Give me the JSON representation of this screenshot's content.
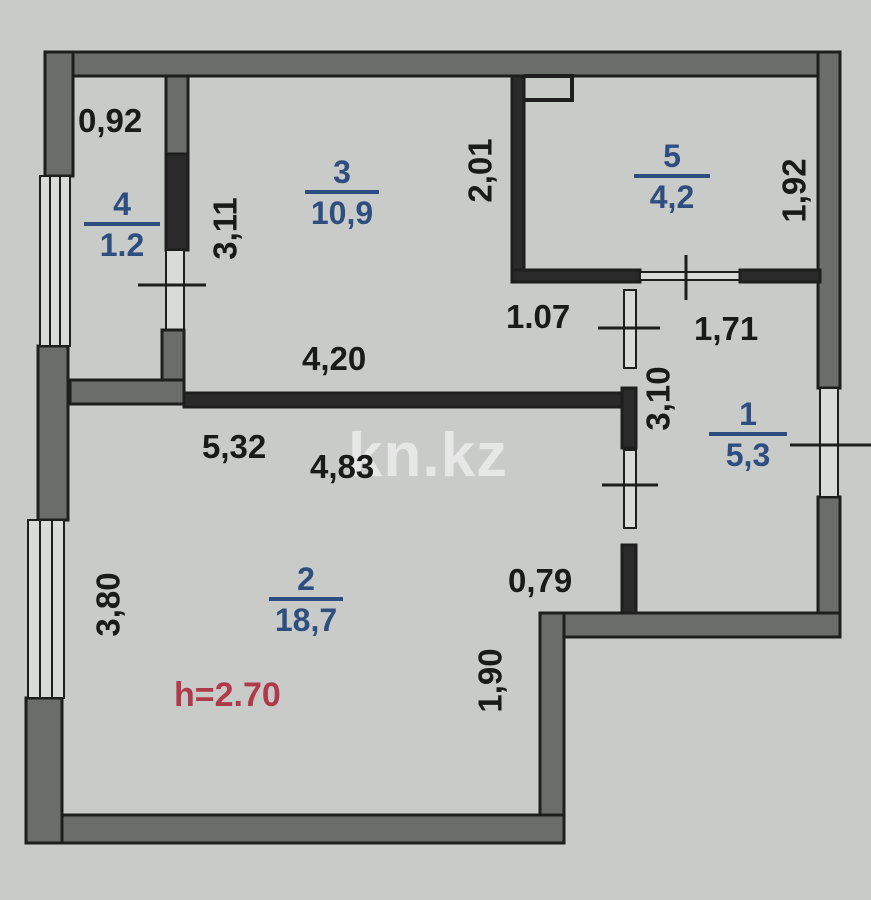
{
  "plan": {
    "watermark": "kn.kz",
    "ceiling_height": "h=2.70",
    "rooms": [
      {
        "number": "1",
        "area": "5,3"
      },
      {
        "number": "2",
        "area": "18,7"
      },
      {
        "number": "3",
        "area": "10,9"
      },
      {
        "number": "4",
        "area": "1.2"
      },
      {
        "number": "5",
        "area": "4,2"
      }
    ],
    "dimensions": {
      "d_092": "0,92",
      "d_311": "3,11",
      "d_201": "2,01",
      "d_192": "1,92",
      "d_107": "1.07",
      "d_171": "1,71",
      "d_420": "4,20",
      "d_310": "3,10",
      "d_532": "5,32",
      "d_483": "4,83",
      "d_380": "3,80",
      "d_079": "0,79",
      "d_190": "1,90"
    },
    "colors": {
      "background": "#c9cbc9",
      "wall_fill": "#6b6d6b",
      "wall_outline": "#1e1e1e",
      "room_label": "#2f4e80",
      "height_label": "#b03a4c"
    }
  }
}
